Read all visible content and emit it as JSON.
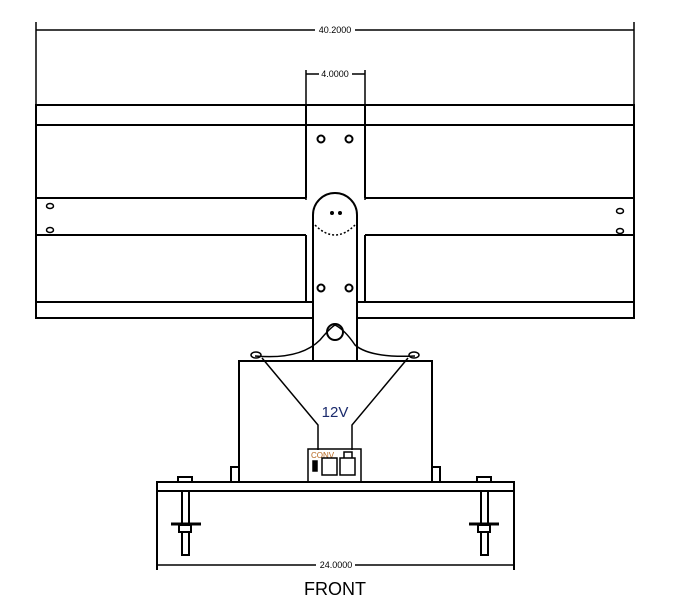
{
  "dimensions": {
    "overall_width": "40.2000",
    "post_width": "4.0000",
    "base_width": "24.0000"
  },
  "labels": {
    "voltage": "12V",
    "converter": "CONV",
    "view": "FRONT"
  },
  "colors": {
    "line": "#000000",
    "text_blue": "#1a2a6c",
    "text_orange": "#b5651d"
  }
}
